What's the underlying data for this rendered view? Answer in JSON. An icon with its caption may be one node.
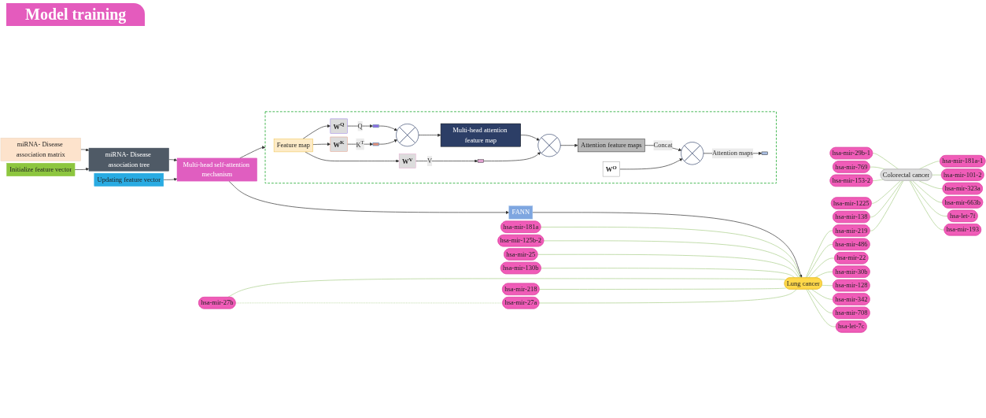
{
  "diagram": {
    "title": "Model training",
    "nodes": [
      {
        "text": [
          "miRNA- Disease association matrix"
        ]
      },
      {
        "text": [
          "miRNA- Disease association tree"
        ]
      },
      {
        "text": [
          "Multi-head self-attention mechanism"
        ]
      },
      {
        "text": [
          "FANN"
        ]
      },
      {
        "text": [
          "Initialize feature vector"
        ]
      },
      {
        "text": [
          "Updating feature vector"
        ]
      },
      {
        "text": [],
        "shape": "box"
      },
      {
        "text": [
          "Feature map"
        ],
        "in": 6
      },
      {
        "text": [
          "W$^{Q}$"
        ],
        "in": 6
      },
      {
        "text": [
          "W$^{K}$"
        ],
        "in": 6
      },
      {
        "text": [
          "W$^{V}$"
        ],
        "in": 6
      },
      {
        "text": [],
        "shape": "box",
        "in": 6
      },
      {
        "text": [],
        "shape": "box",
        "in": 6
      },
      {
        "text": [],
        "shape": "box",
        "in": 6
      },
      {
        "text": [],
        "shape": "circle",
        "in": 6
      },
      {
        "text": [
          "Multi-head attention feature map"
        ],
        "in": 6
      },
      {
        "text": [],
        "shape": "circle",
        "in": 6
      },
      {
        "text": [
          "Attention feature maps"
        ],
        "in": 6
      },
      {
        "text": [],
        "shape": "circle",
        "in": 6
      },
      {
        "text": [],
        "shape": "box",
        "in": 6
      },
      {
        "text": [
          "W$^{O}$"
        ],
        "in": 6
      },
      {
        "text": [
          "Colorectal cancer"
        ]
      },
      {
        "text": [
          "hsa-mir-181a-1"
        ]
      },
      {
        "text": [
          "hsa-mir-29b-1"
        ]
      },
      {
        "text": [
          "hsa-mir-101-2"
        ]
      },
      {
        "text": [
          "hsa-mir-769"
        ]
      },
      {
        "text": [
          "hsa-mir-323a"
        ]
      },
      {
        "text": [
          "hsa-mir-153-2"
        ]
      },
      {
        "text": [
          "hsa-mir-663b"
        ]
      },
      {
        "text": [
          "hsa-mir-1225"
        ]
      },
      {
        "text": [
          "hsa-let-7f"
        ]
      },
      {
        "text": [
          "hsa-mir-138"
        ]
      },
      {
        "text": [
          "hsa-mir-193"
        ]
      },
      {
        "text": [
          "hsa-mir-219"
        ]
      },
      {
        "text": [
          "Lung cancer"
        ]
      },
      {
        "text": [
          "hsa-mir-181a"
        ]
      },
      {
        "text": [
          "hsa-mir-486"
        ]
      },
      {
        "text": [
          "hsa-mir-125b-2"
        ]
      },
      {
        "text": [
          "hsa-mir-22"
        ]
      },
      {
        "text": [
          "hsa-mir-25"
        ]
      },
      {
        "text": [
          "hsa-mir-30b"
        ]
      },
      {
        "text": [
          "hsa-mir-130b"
        ]
      },
      {
        "text": [
          "hsa-mir-128"
        ]
      },
      {
        "text": [
          "hsa-mir-27b"
        ]
      },
      {
        "text": [
          "hsa-mir-342"
        ]
      },
      {
        "text": [
          "hsa-mir-218"
        ]
      },
      {
        "text": [
          "hsa-mir-708"
        ]
      },
      {
        "text": [
          "hsa-mir-27a"
        ]
      },
      {
        "text": [
          "hsa-let-7c"
        ]
      }
    ],
    "edges": [
      {
        "from": 0,
        "to": 1,
        "arrow": "to",
        "color": "#333333"
      },
      {
        "from": 1,
        "to": 2,
        "arrow": "to",
        "color": "#333333"
      },
      {
        "from": 2,
        "to": 3,
        "arrow": "to",
        "color": "#333333"
      },
      {
        "from": 4,
        "to": 1,
        "arrow": "to",
        "color": "#333333"
      },
      {
        "from": 5,
        "to": 2,
        "arrow": "to",
        "color": "#333333"
      },
      {
        "from": 2,
        "to": 6,
        "arrow": "to",
        "color": "#333333"
      },
      {
        "from": 3,
        "to": 34,
        "arrow": "to",
        "color": "#333333"
      },
      {
        "from": 7,
        "to": 8,
        "arrow": "to",
        "color": "#333333"
      },
      {
        "from": 7,
        "to": 9,
        "arrow": "to",
        "color": "#333333"
      },
      {
        "from": 7,
        "to": 10,
        "arrow": "to",
        "color": "#333333"
      },
      {
        "from": 8,
        "to": 11,
        "label": "Q",
        "arrow": "to",
        "color": "#333333"
      },
      {
        "from": 9,
        "to": 12,
        "label": "K$^{T}$",
        "arrow": "to",
        "color": "#333333"
      },
      {
        "from": 10,
        "to": 13,
        "label": "V",
        "arrow": "to",
        "color": "#333333"
      },
      {
        "from": 11,
        "to": 14,
        "arrow": "to",
        "color": "#333333"
      },
      {
        "from": 12,
        "to": 14,
        "arrow": "to",
        "color": "#333333"
      },
      {
        "from": 14,
        "to": 15,
        "arrow": "to",
        "color": "#333333"
      },
      {
        "from": 15,
        "to": 16,
        "arrow": "to",
        "color": "#333333"
      },
      {
        "from": 13,
        "to": 16,
        "arrow": "to",
        "color": "#333333"
      },
      {
        "from": 16,
        "to": 17,
        "arrow": "to",
        "color": "#333333"
      },
      {
        "from": 17,
        "to": 18,
        "label": "Concat",
        "arrow": "to",
        "color": "#333333"
      },
      {
        "from": 20,
        "to": 18,
        "arrow": "to",
        "color": "#333333"
      },
      {
        "from": 18,
        "to": 19,
        "label": "Attention maps",
        "arrow": "to",
        "color": "#333333"
      },
      {
        "from": 21,
        "to": 22,
        "arrow": "none"
      },
      {
        "from": 21,
        "to": 23,
        "arrow": "none"
      },
      {
        "from": 21,
        "to": 24,
        "arrow": "none"
      },
      {
        "from": 21,
        "to": 25,
        "arrow": "none"
      },
      {
        "from": 21,
        "to": 26,
        "arrow": "none"
      },
      {
        "from": 21,
        "to": 27,
        "arrow": "none"
      },
      {
        "from": 21,
        "to": 28,
        "arrow": "none"
      },
      {
        "from": 21,
        "to": 29,
        "arrow": "none"
      },
      {
        "from": 21,
        "to": 30,
        "arrow": "none"
      },
      {
        "from": 21,
        "to": 31,
        "arrow": "none"
      },
      {
        "from": 21,
        "to": 32,
        "arrow": "none"
      },
      {
        "from": 21,
        "to": 33,
        "arrow": "none"
      },
      {
        "from": 34,
        "to": 33,
        "arrow": "none"
      },
      {
        "from": 34,
        "to": 35,
        "arrow": "none"
      },
      {
        "from": 34,
        "to": 36,
        "arrow": "none"
      },
      {
        "from": 34,
        "to": 37,
        "arrow": "none"
      },
      {
        "from": 34,
        "to": 38,
        "arrow": "none"
      },
      {
        "from": 34,
        "to": 39,
        "arrow": "none"
      },
      {
        "from": 34,
        "to": 40,
        "arrow": "none"
      },
      {
        "from": 34,
        "to": 41,
        "arrow": "none"
      },
      {
        "from": 34,
        "to": 42,
        "arrow": "none"
      },
      {
        "from": 34,
        "to": 43,
        "arrow": "none"
      },
      {
        "from": 34,
        "to": 44,
        "arrow": "none"
      },
      {
        "from": 34,
        "to": 45,
        "arrow": "none"
      },
      {
        "from": 34,
        "to": 46,
        "arrow": "none"
      },
      {
        "from": 34,
        "to": 47,
        "arrow": "none"
      },
      {
        "from": 34,
        "to": 48,
        "arrow": "none"
      },
      {
        "from": 43,
        "to": 47,
        "arrow": "none",
        "style": "dashed"
      }
    ]
  }
}
